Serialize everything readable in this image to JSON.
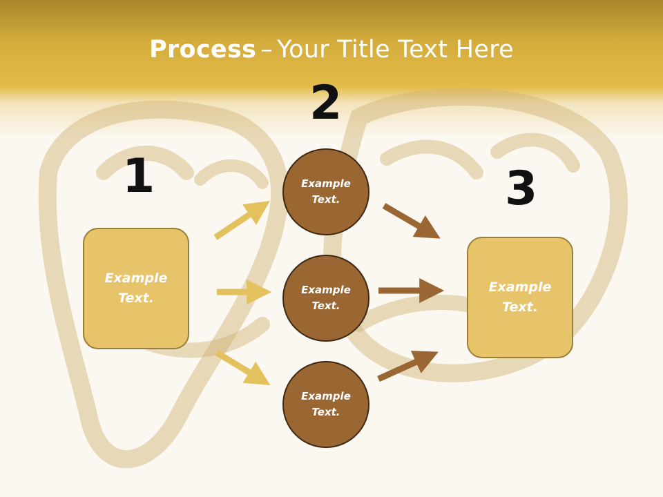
{
  "title": {
    "strong": "Process",
    "separator": "–",
    "rest": "Your Title Text Here"
  },
  "steps": [
    {
      "number": "1",
      "text": "Example\nText."
    },
    {
      "number": "2",
      "items": [
        "Example\nText.",
        "Example\nText.",
        "Example\nText."
      ]
    },
    {
      "number": "3",
      "text": "Example\nText."
    }
  ],
  "colors": {
    "header": "#d4ac3c",
    "box_fill": "#e7c36a",
    "circle_fill": "#9a6733",
    "arrow_in": "#e3c25e",
    "arrow_out": "#9a6633"
  }
}
